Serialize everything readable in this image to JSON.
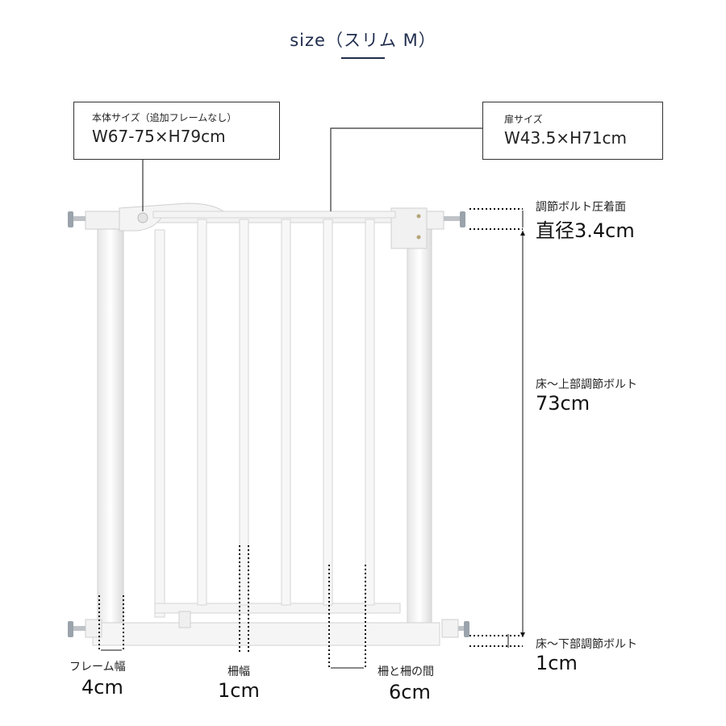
{
  "title": "size（スリム M）",
  "body_size": {
    "label": "本体サイズ（追加フレームなし）",
    "value": "W67-75×H79cm"
  },
  "door_size": {
    "label": "扉サイズ",
    "value": "W43.5×H71cm"
  },
  "bolt_face": {
    "label": "調節ボルト圧着面",
    "value": "直径3.4cm"
  },
  "floor_to_upper": {
    "label": "床～上部調節ボルト",
    "value": "73cm"
  },
  "floor_to_lower": {
    "label": "床～下部調節ボルト",
    "value": "1cm"
  },
  "frame_width": {
    "label": "フレーム幅",
    "value": "4cm"
  },
  "bar_width": {
    "label": "柵幅",
    "value": "1cm"
  },
  "bar_gap": {
    "label": "柵と柵の間",
    "value": "6cm"
  }
}
